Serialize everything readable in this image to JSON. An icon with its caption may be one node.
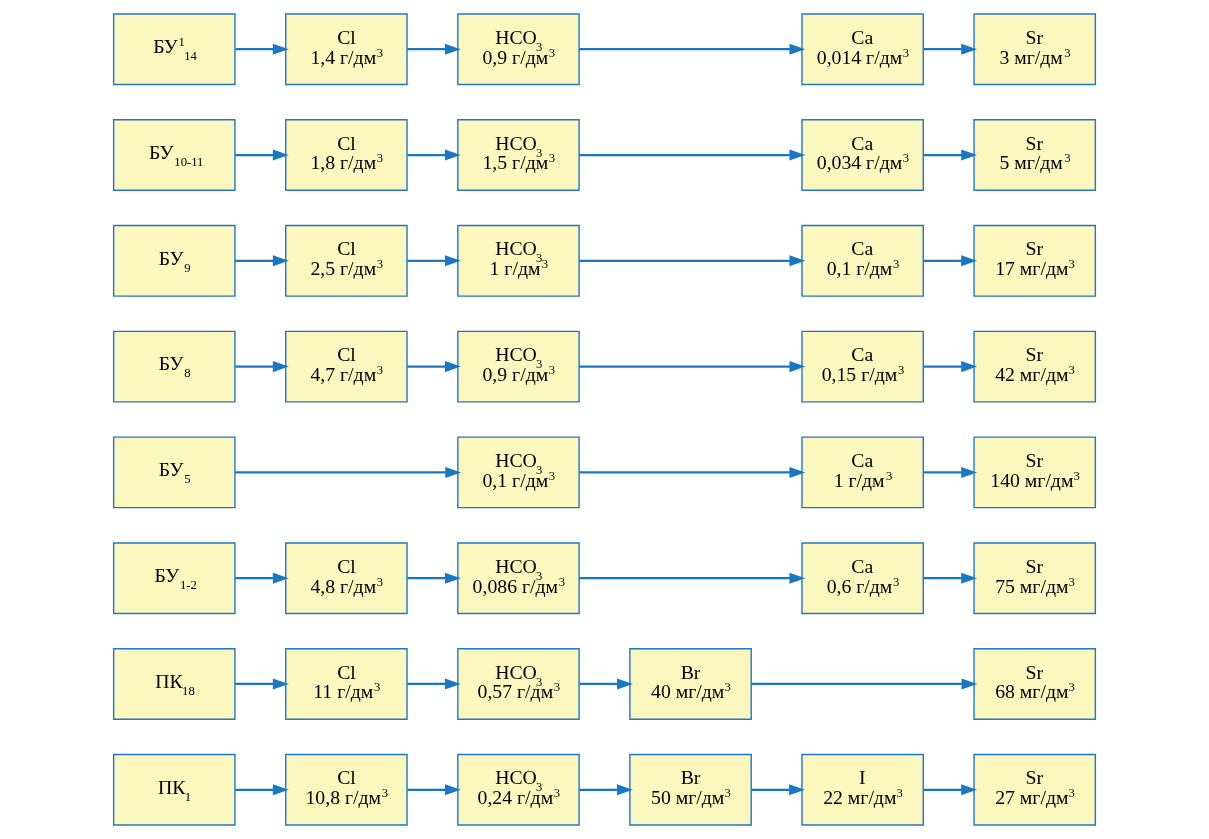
{
  "diagram": {
    "nodes": [
      {
        "text": [
          "ПК$_{1}$"
        ]
      },
      {
        "text": [
          "Cl",
          "10,8 г/дм$^{3}$"
        ]
      },
      {
        "text": [
          "HCO$_{3}$",
          "0,24 г/дм$^{3}$"
        ]
      },
      {
        "text": [
          "Br",
          "50 мг/дм$^{3}$"
        ]
      },
      {
        "text": [
          "I",
          "22 мг/дм$^{3}$"
        ]
      },
      {
        "text": [
          "Sr",
          "27 мг/дм$^{3}$"
        ]
      },
      {
        "text": [
          "ПК$_{18}$"
        ]
      },
      {
        "text": [
          "Cl",
          "11 г/дм$^{3}$"
        ]
      },
      {
        "text": [
          "HCO$_{3}$",
          "0,57 г/дм$^{3}$"
        ]
      },
      {
        "text": [
          "Br",
          "40 мг/дм$^{3}$"
        ]
      },
      {
        "text": [
          "Sr",
          "68 мг/дм$^{3}$"
        ]
      },
      {
        "text": [
          "БУ$_{1-2}$"
        ]
      },
      {
        "text": [
          "Cl",
          "4,8 г/дм$^{3}$"
        ]
      },
      {
        "text": [
          "HCO$_{3}$",
          "0,086 г/дм$^{3}$"
        ]
      },
      {
        "text": [
          "Ca",
          "0,6 г/дм$^{3}$"
        ]
      },
      {
        "text": [
          "Sr",
          "75 мг/дм$^{3}$"
        ]
      },
      {
        "text": [
          "БУ$_{5}$"
        ]
      },
      {
        "text": [
          "HCO$_{3}$",
          "0,1 г/дм$^{3}$"
        ]
      },
      {
        "text": [
          "Ca",
          "1 г/дм$^{3}$"
        ]
      },
      {
        "text": [
          "Sr",
          "140 мг/дм$^{3}$"
        ]
      },
      {
        "text": [
          "БУ$_{8}$"
        ]
      },
      {
        "text": [
          "Cl",
          "4,7 г/дм$^{3}$"
        ]
      },
      {
        "text": [
          "HCO$_{3}$",
          "0,9 г/дм$^{3}$"
        ]
      },
      {
        "text": [
          "Ca",
          "0,15 г/дм$^{3}$"
        ]
      },
      {
        "text": [
          "Sr",
          "42 мг/дм$^{3}$"
        ]
      },
      {
        "text": [
          "БУ$_{9}$"
        ]
      },
      {
        "text": [
          "Cl",
          "2,5 г/дм$^{3}$"
        ]
      },
      {
        "text": [
          "HCO$_{3}$",
          "1 г/дм$^{3}$"
        ]
      },
      {
        "text": [
          "Ca",
          "0,1 г/дм$^{3}$"
        ]
      },
      {
        "text": [
          "Sr",
          "17 мг/дм$^{3}$"
        ]
      },
      {
        "text": [
          "БУ$_{10-11}$"
        ]
      },
      {
        "text": [
          "Cl",
          "1,8 г/дм$^{3}$"
        ]
      },
      {
        "text": [
          "HCO$_{3}$",
          "1,5 г/дм$^{3}$"
        ]
      },
      {
        "text": [
          "Ca",
          "0,034 г/дм$^{3}$"
        ]
      },
      {
        "text": [
          "Sr",
          "5 мг/дм$^{3}$"
        ]
      },
      {
        "text": [
          "БУ$^{1}$$_{14}$"
        ]
      },
      {
        "text": [
          "Cl",
          "1,4 г/дм$^{3}$"
        ]
      },
      {
        "text": [
          "HCO$_{3}$",
          "0,9 г/дм$^{3}$"
        ]
      },
      {
        "text": [
          "Ca",
          "0,014 г/дм$^{3}$"
        ]
      },
      {
        "text": [
          "Sr",
          "3 мг/дм$^{3}$"
        ]
      }
    ],
    "edges": [
      {
        "from": 0,
        "to": 1,
        "arrow": "to"
      },
      {
        "from": 1,
        "to": 2,
        "arrow": "to"
      },
      {
        "from": 2,
        "to": 3,
        "arrow": "to"
      },
      {
        "from": 3,
        "to": 4,
        "arrow": "to"
      },
      {
        "from": 4,
        "to": 5,
        "arrow": "to"
      },
      {
        "from": 6,
        "to": 7,
        "arrow": "to"
      },
      {
        "from": 7,
        "to": 8,
        "arrow": "to"
      },
      {
        "from": 8,
        "to": 9,
        "arrow": "to"
      },
      {
        "from": 9,
        "to": 10,
        "arrow": "to"
      },
      {
        "from": 11,
        "to": 12,
        "arrow": "to"
      },
      {
        "from": 12,
        "to": 13,
        "arrow": "to"
      },
      {
        "from": 13,
        "to": 14,
        "arrow": "to"
      },
      {
        "from": 14,
        "to": 15,
        "arrow": "to"
      },
      {
        "from": 16,
        "to": 17,
        "arrow": "to"
      },
      {
        "from": 17,
        "to": 18,
        "arrow": "to"
      },
      {
        "from": 18,
        "to": 19,
        "arrow": "to"
      },
      {
        "from": 20,
        "to": 21,
        "arrow": "to"
      },
      {
        "from": 21,
        "to": 22,
        "arrow": "to"
      },
      {
        "from": 22,
        "to": 23,
        "arrow": "to"
      },
      {
        "from": 23,
        "to": 24,
        "arrow": "to"
      },
      {
        "from": 25,
        "to": 26,
        "arrow": "to"
      },
      {
        "from": 26,
        "to": 27,
        "arrow": "to"
      },
      {
        "from": 27,
        "to": 28,
        "arrow": "to"
      },
      {
        "from": 28,
        "to": 29,
        "arrow": "to"
      },
      {
        "from": 30,
        "to": 31,
        "arrow": "to"
      },
      {
        "from": 31,
        "to": 32,
        "arrow": "to"
      },
      {
        "from": 32,
        "to": 33,
        "arrow": "to"
      },
      {
        "from": 33,
        "to": 34,
        "arrow": "to"
      },
      {
        "from": 35,
        "to": 36,
        "arrow": "to"
      },
      {
        "from": 36,
        "to": 37,
        "arrow": "to"
      },
      {
        "from": 37,
        "to": 38,
        "arrow": "to"
      },
      {
        "from": 38,
        "to": 39,
        "arrow": "to"
      }
    ]
  }
}
